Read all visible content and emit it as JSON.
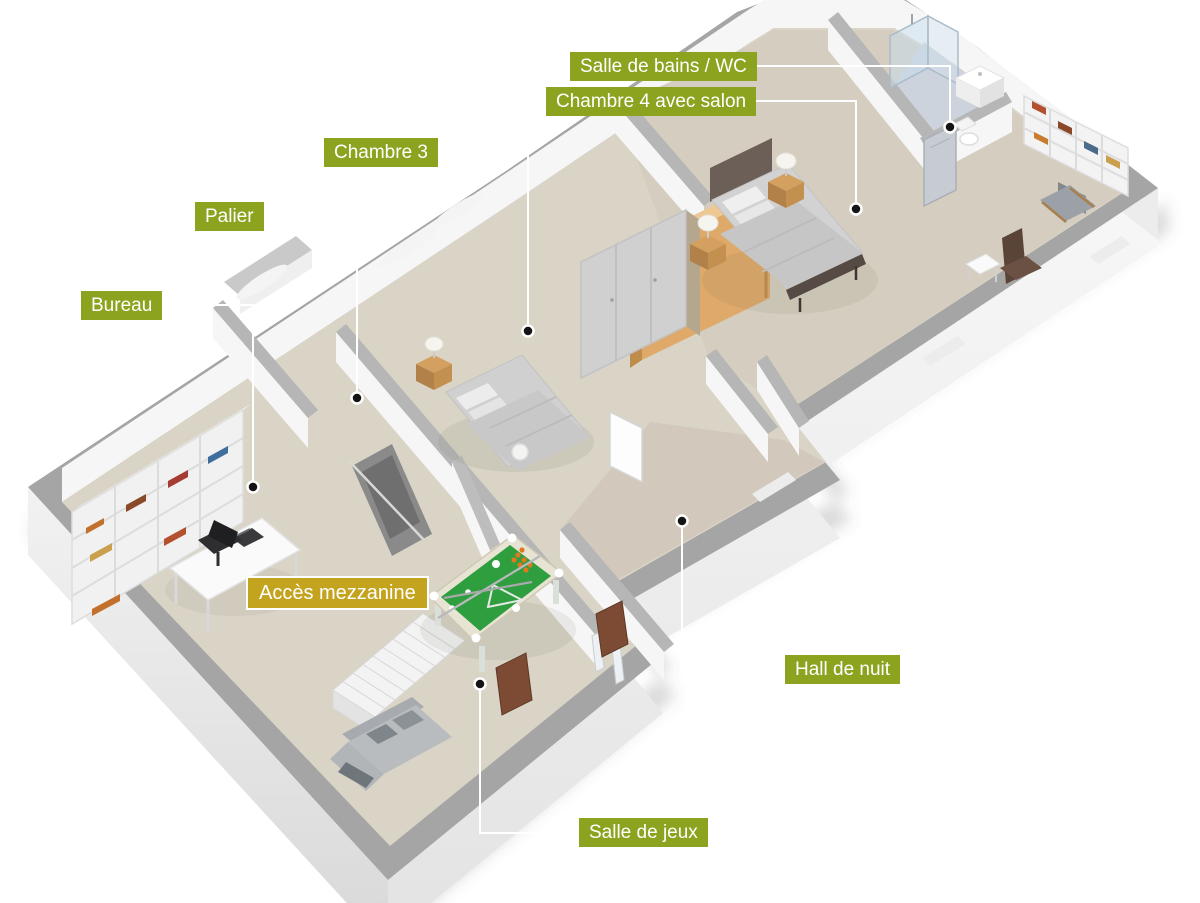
{
  "view": {
    "type": "3d-floorplan-isometric",
    "floor": "étage",
    "background": "#ffffff"
  },
  "labels": [
    {
      "id": "salle-de-bains-wc",
      "text": "Salle de bains / WC",
      "style": "green"
    },
    {
      "id": "chambre-4",
      "text": "Chambre 4 avec salon",
      "style": "green"
    },
    {
      "id": "chambre-3",
      "text": "Chambre 3",
      "style": "green"
    },
    {
      "id": "palier",
      "text": "Palier",
      "style": "green"
    },
    {
      "id": "bureau",
      "text": "Bureau",
      "style": "green"
    },
    {
      "id": "acces-mezzanine",
      "text": "Accès mezzanine",
      "style": "gold-selected"
    },
    {
      "id": "hall-de-nuit",
      "text": "Hall de nuit",
      "style": "green"
    },
    {
      "id": "salle-de-jeux",
      "text": "Salle de jeux",
      "style": "green"
    }
  ],
  "palette": {
    "label_green": "#8ca320",
    "label_gold": "#c4a41e",
    "label_text": "#ffffff",
    "leader_line": "#ffffff",
    "marker_dot": "#141414",
    "wall_top": "#a5a5a5",
    "wall_face": "#f6f6f6",
    "floor_main": "#d9d4c6",
    "floor_hall": "#d2c8bb",
    "floor_bedroom": "#d5cec0",
    "floor_bathroom": "#cdd3dc",
    "pool_table_felt": "#2e9e3e",
    "wood_furniture": "#d3a05f",
    "headboard_wood": "#dfa969"
  }
}
